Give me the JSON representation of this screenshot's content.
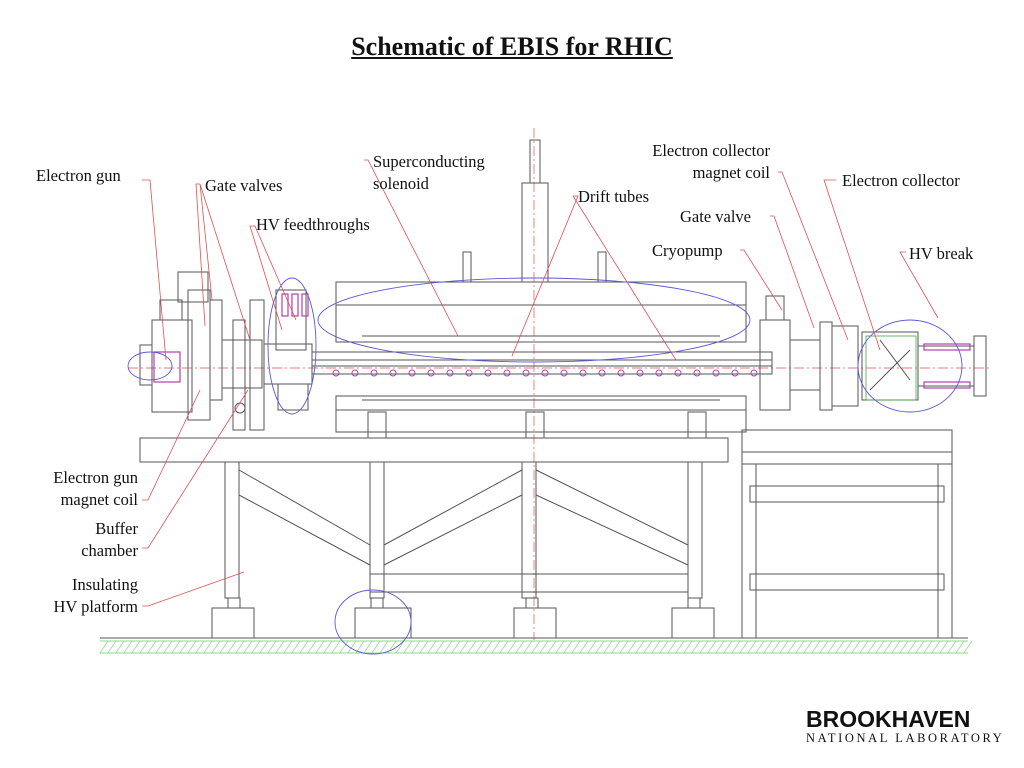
{
  "title": "Schematic of EBIS for RHIC",
  "labels": {
    "electron_gun": "Electron gun",
    "gate_valves": "Gate valves",
    "superconducting_solenoid_1": "Superconducting",
    "superconducting_solenoid_2": "solenoid",
    "hv_feedthroughs": "HV feedthroughs",
    "drift_tubes": "Drift tubes",
    "electron_collector_magnet_coil_1": "Electron collector",
    "electron_collector_magnet_coil_2": "magnet coil",
    "electron_collector": "Electron collector",
    "gate_valve": "Gate valve",
    "cryopump": "Cryopump",
    "hv_break": "HV break",
    "electron_gun_magnet_coil_1": "Electron gun",
    "electron_gun_magnet_coil_2": "magnet coil",
    "buffer_chamber_1": "Buffer",
    "buffer_chamber_2": "chamber",
    "insulating_hv_platform_1": "Insulating",
    "insulating_hv_platform_2": "HV platform"
  },
  "logo": {
    "line1": "BROOKHAVEN",
    "line2": "NATIONAL LABORATORY"
  },
  "colors": {
    "leader_line": "#e05050",
    "highlight_ellipse": "#5a5ad8",
    "coil_accent": "#b040b0",
    "drawing": "#555555",
    "ground_hatch": "#66cc66"
  }
}
